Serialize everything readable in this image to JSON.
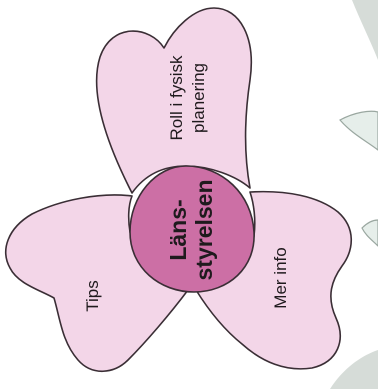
{
  "diagram": {
    "center": {
      "line1": "Läns-",
      "line2": "styrelsen"
    },
    "petals": {
      "top": {
        "line1": "Roll i fysisk",
        "line2": "planering"
      },
      "left": {
        "label": "Tips"
      },
      "right": {
        "label": "Mer info"
      }
    }
  },
  "colors": {
    "petal_fill": "#f3d6e8",
    "center_fill": "#cc6fa5",
    "outline": "#3a2e35",
    "background": "#ffffff"
  }
}
